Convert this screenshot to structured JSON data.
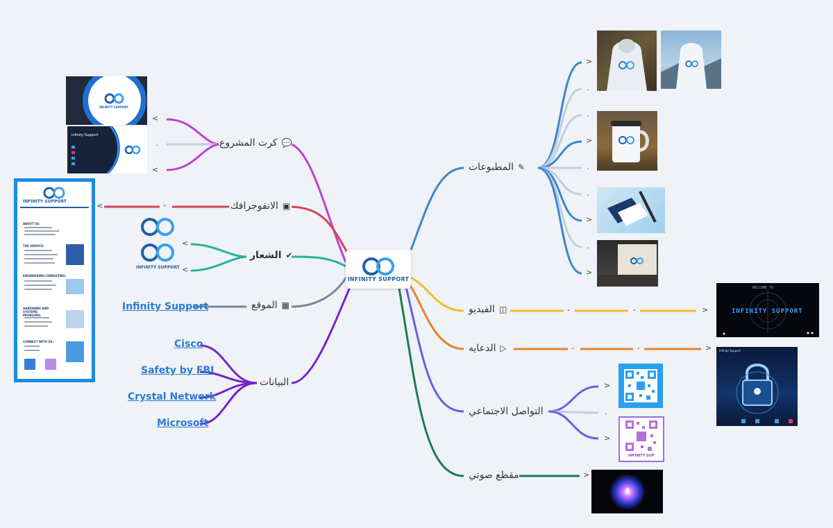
{
  "root": {
    "label": "INFINITY SUPPORT"
  },
  "branches": {
    "project_card": {
      "label": "كرت المشروع",
      "icon": "chat-bubbles-icon"
    },
    "infographic": {
      "label": "الانفوجرافك",
      "icon": "document-icon"
    },
    "logo": {
      "label": "الشعار",
      "icon": "check-circle-icon"
    },
    "website": {
      "label": "الموقع",
      "icon": "layout-icon"
    },
    "data": {
      "label": "البيانات"
    },
    "prints": {
      "label": "المطبوعات",
      "icon": "pencil-icon"
    },
    "video": {
      "label": "الفيديو",
      "icon": "presenter-icon"
    },
    "ad": {
      "label": "الدعايه",
      "icon": "play-icon"
    },
    "social": {
      "label": "التواصل الاجتماعي"
    },
    "audio": {
      "label": "مقطع صوتي"
    }
  },
  "links": {
    "website": "Infinity Support",
    "data": [
      "Cisco",
      "Safety by FBI",
      "Crystal Network",
      "Microsoft"
    ]
  },
  "markers": {
    "gt": ">",
    "lt": "<",
    "dot": ".",
    "dash": "-"
  },
  "images": {
    "business_card_front": {
      "text": "INFINITY SUPPORT"
    },
    "business_card_back": {
      "text": "Infinity Support"
    },
    "infographic_sections": [
      "INFINITY SUPPORT",
      "ABOUT US:",
      "THE SERVICE:",
      "ENGINEERING CONSULTING:",
      "HARDWARE AND SYSTEMS PROBLEMS:",
      "CONNECT WITH US:"
    ],
    "logo_text": "INFINITY SUPPORT",
    "video_thumb": {
      "top": "WELCOME TO",
      "title": "INFINITY SUPPORT"
    },
    "ad_thumb": {
      "title": "Infinity Support"
    },
    "qr_caption": "INFINITY SUP"
  },
  "colors": {
    "magenta": "#c13fd6",
    "red": "#d04556",
    "teal": "#26b39a",
    "slate": "#76879a",
    "purple": "#7a22c8",
    "blue": "#3a86d0",
    "lightgray": "#c2cfdc",
    "yellow": "#efbf2a",
    "orange": "#e8822a",
    "violet": "#6a5ee0",
    "green": "#1f7a55",
    "link": "#2b7bd6"
  }
}
